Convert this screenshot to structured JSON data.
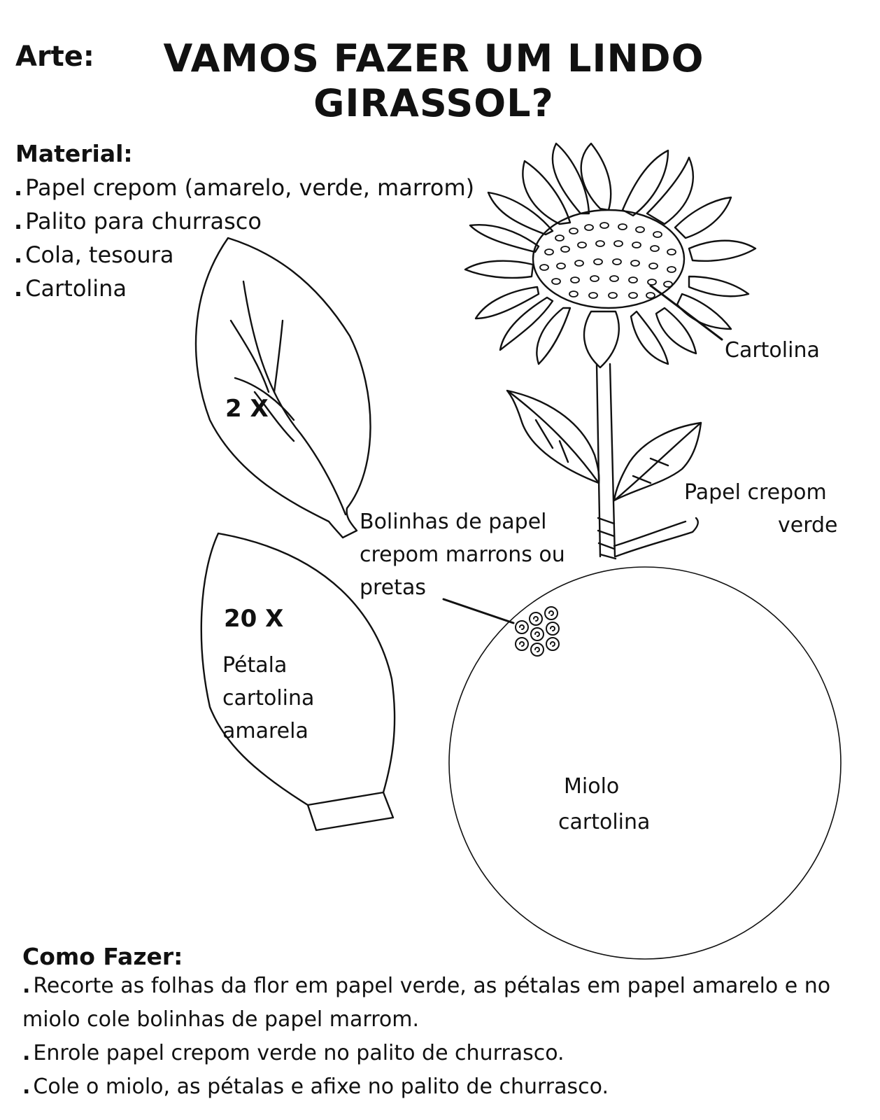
{
  "header": {
    "subject": "Arte:",
    "title_line1": "VAMOS FAZER UM LINDO",
    "title_line2": "GIRASSOL?"
  },
  "material": {
    "heading": "Material:",
    "items": [
      "Papel crepom (amarelo, verde, marrom)",
      "Palito para churrasco",
      "Cola, tesoura",
      "Cartolina"
    ]
  },
  "diagram": {
    "leaf_count": "2 X",
    "petal_count": "20 X",
    "petal_label_1": "Pétala",
    "petal_label_2": "cartolina",
    "petal_label_3": "amarela",
    "flower_center_label": "Cartolina",
    "stem_label_1": "Papel crepom",
    "stem_label_2": "verde",
    "balls_label_1": "Bolinhas de papel",
    "balls_label_2": "crepom marrons ou",
    "balls_label_3": "pretas",
    "core_label_1": "Miolo",
    "core_label_2": "cartolina"
  },
  "instructions": {
    "heading": "Como Fazer:",
    "steps": [
      "Recorte as folhas da flor em papel verde, as pétalas em papel amarelo e no miolo cole bolinhas de papel marrom.",
      "Enrole papel crepom verde no palito de churrasco.",
      "Cole o miolo, as pétalas e afixe  no palito de churrasco."
    ]
  }
}
